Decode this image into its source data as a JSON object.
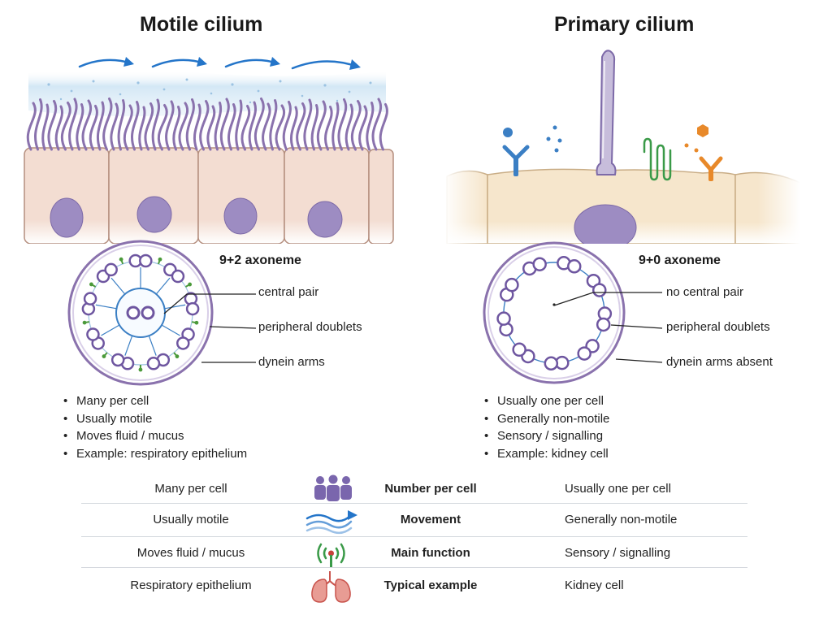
{
  "colors": {
    "cell_fill": "#f3ddd2",
    "cell_stroke": "#b48e7e",
    "nucleus": "#9d8cc2",
    "cilium": "#8a72ad",
    "mucus": "#cfe5f4",
    "arrow": "#2475c9",
    "membrane": "#6a58a0",
    "doublet": "#6e56a0",
    "dynein": "#4b9a3a",
    "primary_cell_fill": "#f6e6cc",
    "receptor_blue": "#3b7fc4",
    "receptor_green": "#3a9a48",
    "receptor_orange": "#e8892a",
    "lungs": "#e07a74",
    "people": "#7a66ad"
  },
  "motile": {
    "title": "Motile cilium",
    "axoneme_title": "9+2 axoneme",
    "callouts": [
      "central pair",
      "peripheral doublets",
      "dynein arms"
    ],
    "bullets": [
      "Many per cell",
      "Usually motile",
      "Moves fluid / mucus",
      "Example: respiratory epithelium"
    ]
  },
  "primary": {
    "title": "Primary cilium",
    "axoneme_title": "9+0 axoneme",
    "callouts": [
      "no central pair",
      "peripheral doublets",
      "dynein arms absent"
    ],
    "bullets": [
      "Usually one per cell",
      "Generally non-motile",
      "Sensory / signalling",
      "Example: kidney cell"
    ]
  },
  "comparison": [
    {
      "left": "Many per cell",
      "feature": "Number per cell",
      "right": "Usually one per cell",
      "icon": "people-icon"
    },
    {
      "left": "Usually motile",
      "feature": "Movement",
      "right": "Generally non-motile",
      "icon": "wave-arrow-icon"
    },
    {
      "left": "Moves fluid / mucus",
      "feature": "Main function",
      "right": "Sensory / signalling",
      "icon": "signal-antenna-icon"
    },
    {
      "left": "Respiratory epithelium",
      "feature": "Typical example",
      "right": "Kidney cell",
      "icon": "lungs-icon"
    }
  ]
}
